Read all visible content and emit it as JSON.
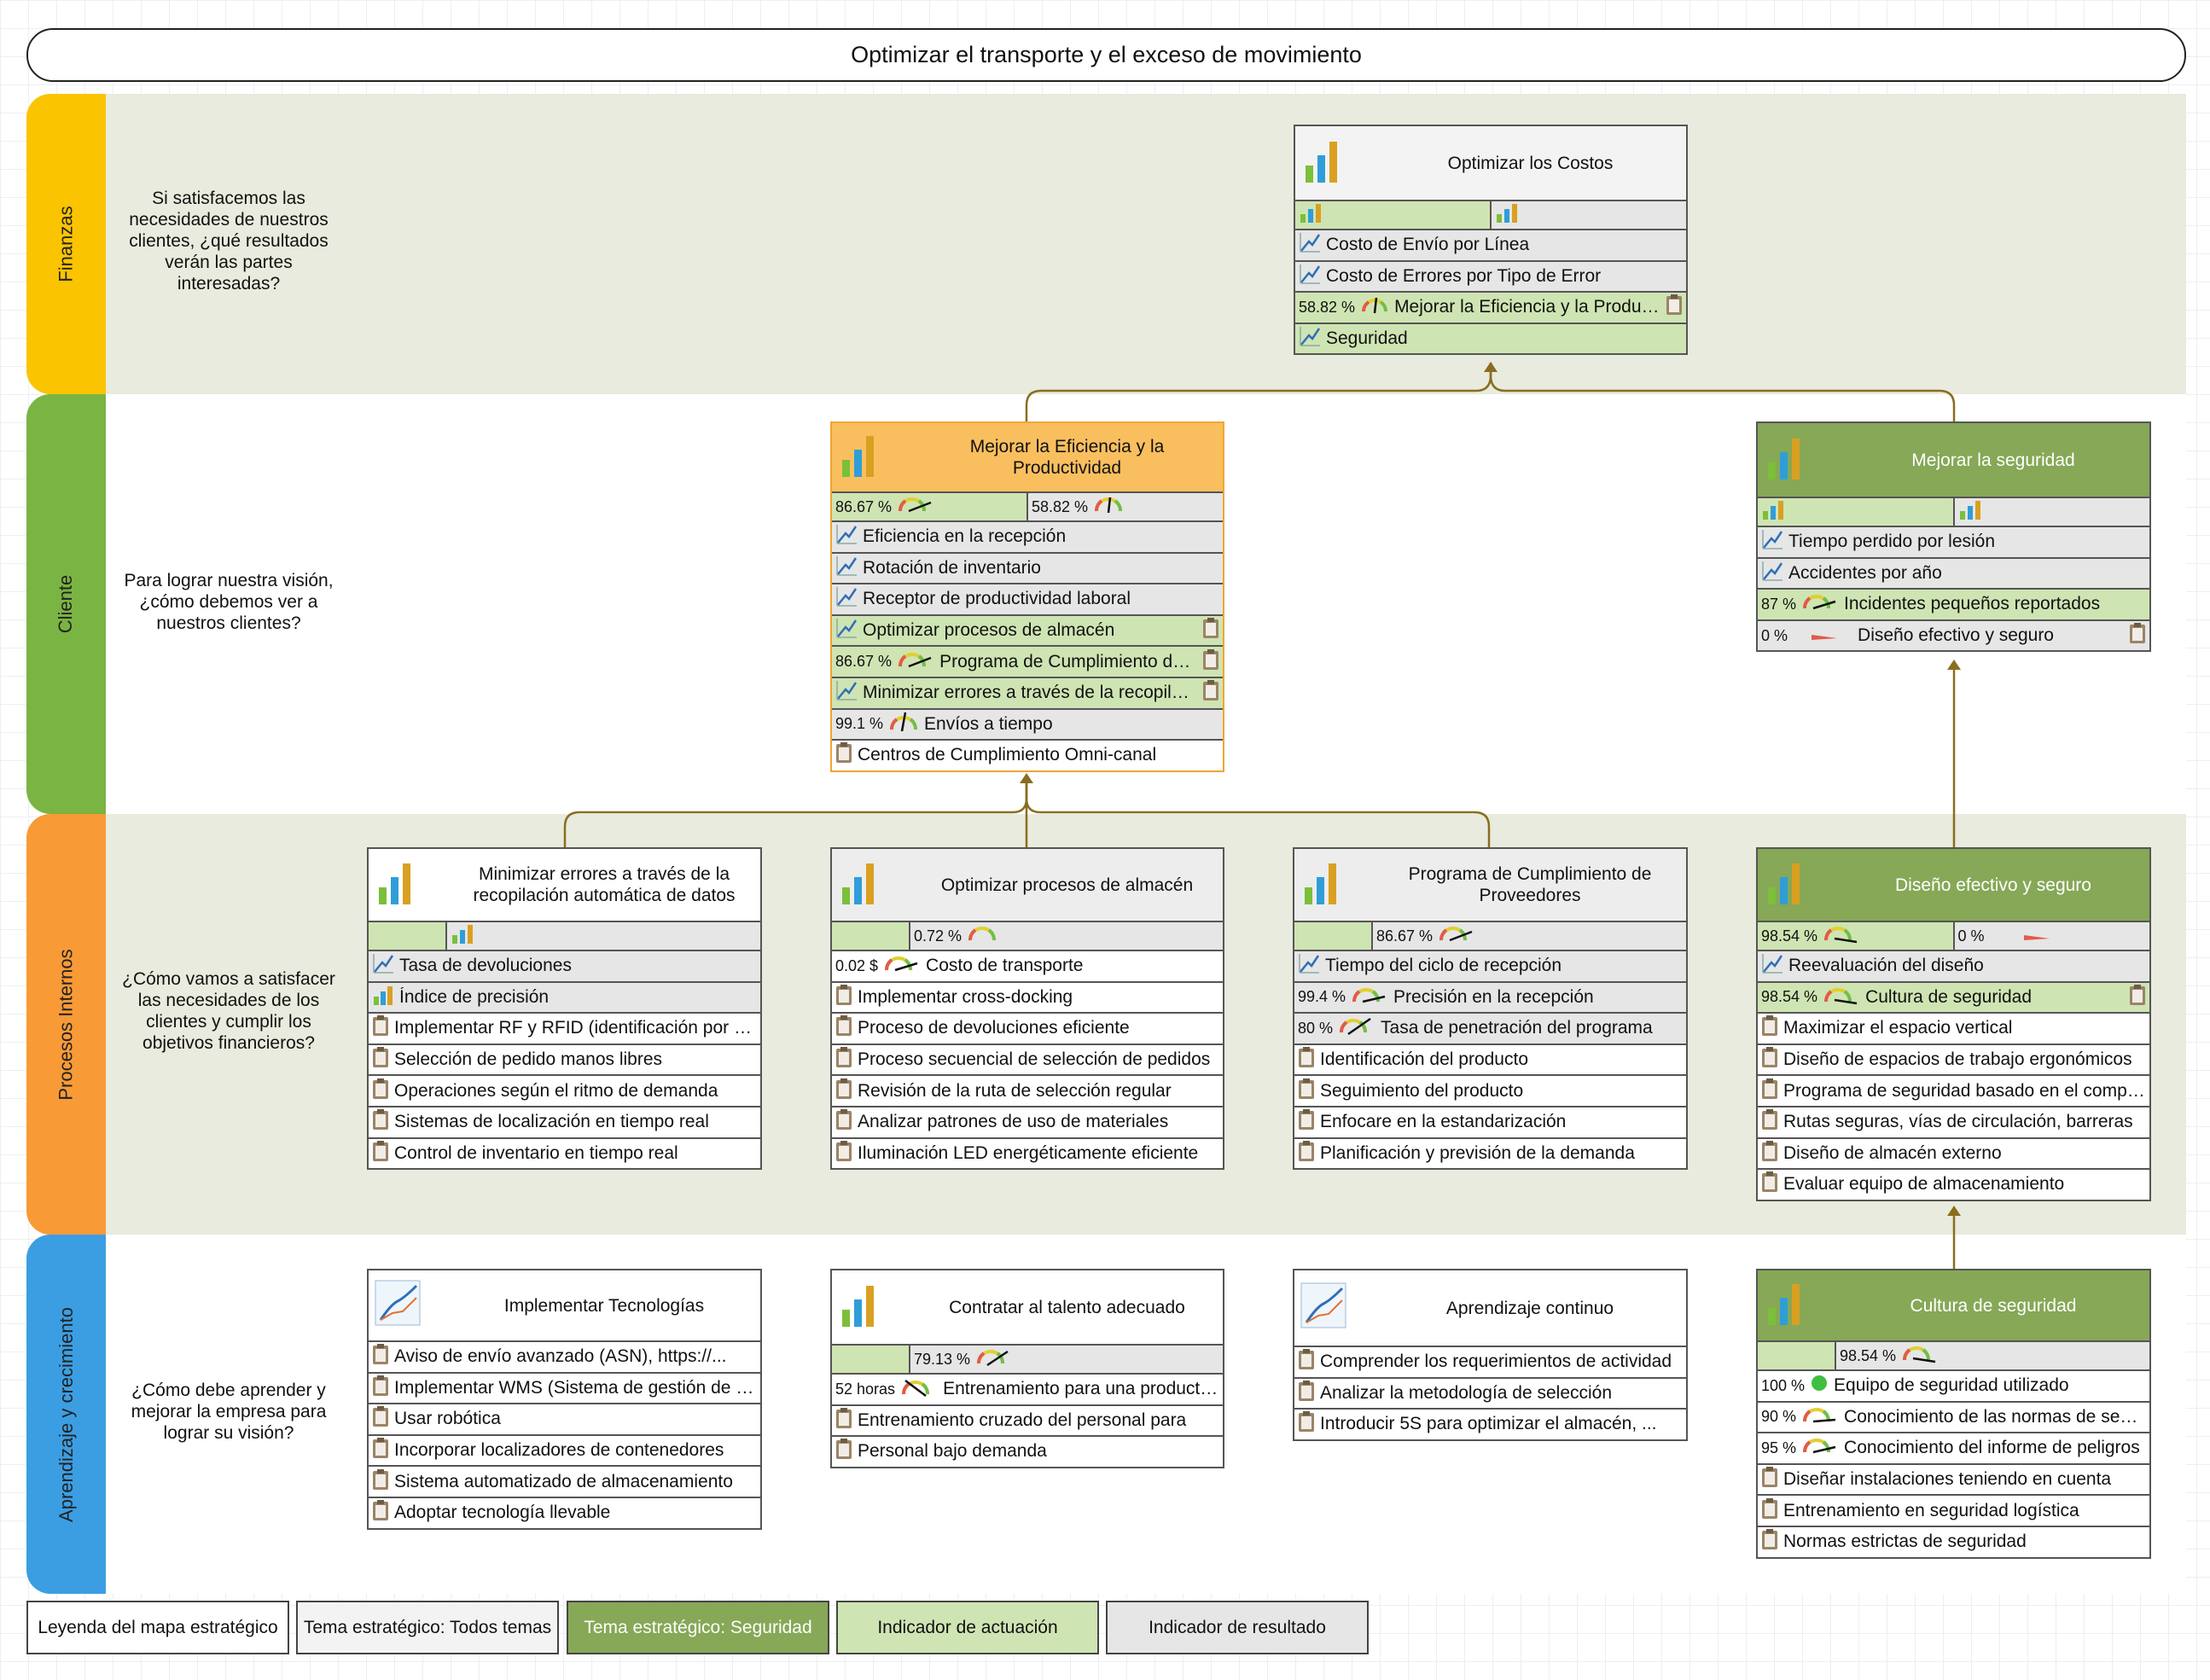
{
  "title": "Optimizar el transporte y el exceso de movimiento",
  "perspectives": [
    {
      "name": "Finanzas",
      "question": "Si satisfacemos las necesidades de nuestros clientes, ¿qué resultados verán las partes interesadas?",
      "color": "#fbc400"
    },
    {
      "name": "Cliente",
      "question": "Para lograr nuestra visión, ¿cómo debemos ver a nuestros clientes?",
      "color": "#7ab442"
    },
    {
      "name": "Procesos Internos",
      "question": "¿Cómo vamos a satisfacer las necesidades de los clientes y cumplir los objetivos financieros?",
      "color": "#f89a36"
    },
    {
      "name": "Aprendizaje y crecimiento",
      "question": "¿Cómo debe aprender y mejorar la empresa para lograr su visión?",
      "color": "#3c9ee2"
    }
  ],
  "colors": {
    "finanzas_band": "#e8ebdd",
    "cliente_band": "#ffffff",
    "procesos_band": "#e8ebdd",
    "aprendizaje_band": "#ffffff",
    "orange_header": "#f9bf5f",
    "green_header": "#86a857",
    "gray_header": "#ededed",
    "connector": "#8a6d1f"
  },
  "cards": {
    "costos": {
      "title": "Optimizar los Costos",
      "kpis": [
        "",
        ""
      ],
      "rows": [
        {
          "label": "Costo de Envío por Línea",
          "value": ""
        },
        {
          "label": "Costo de Errores por Tipo de Error",
          "value": ""
        },
        {
          "label": "Mejorar la Eficiencia y la Productividad",
          "value": "58.82 %"
        },
        {
          "label": "Seguridad",
          "value": ""
        }
      ]
    },
    "eficiencia": {
      "title": "Mejorar la Eficiencia y la Productividad",
      "kpis": [
        "86.67 %",
        "58.82 %"
      ],
      "rows": [
        {
          "label": "Eficiencia en la recepción",
          "value": ""
        },
        {
          "label": "Rotación de inventario",
          "value": ""
        },
        {
          "label": "Receptor de productividad laboral",
          "value": ""
        },
        {
          "label": "Optimizar procesos de almacén",
          "value": ""
        },
        {
          "label": "Programa de Cumplimiento de Proveedores",
          "value": "86.67 %"
        },
        {
          "label": "Minimizar errores a través de la recopilación automática de datos",
          "value": ""
        },
        {
          "label": "Envíos a tiempo",
          "value": "99.1 %"
        },
        {
          "label": "Centros de Cumplimiento Omni-canal",
          "value": ""
        }
      ]
    },
    "seguridad": {
      "title": "Mejorar la seguridad",
      "kpis": [
        "",
        ""
      ],
      "rows": [
        {
          "label": "Tiempo perdido por lesión",
          "value": ""
        },
        {
          "label": "Accidentes por año",
          "value": ""
        },
        {
          "label": "Incidentes pequeños reportados",
          "value": "87 %"
        },
        {
          "label": "Diseño efectivo y seguro",
          "value": "0 %"
        }
      ]
    },
    "minimizar": {
      "title": "Minimizar errores a través de la recopilación automática de datos",
      "kpis": [
        "",
        ""
      ],
      "rows": [
        {
          "label": "Tasa de devoluciones",
          "value": ""
        },
        {
          "label": "Índice de precisión",
          "value": ""
        },
        {
          "label": "Implementar RF y RFID (identificación por radiofrecuencia)",
          "value": ""
        },
        {
          "label": "Selección de pedido manos libres",
          "value": ""
        },
        {
          "label": "Operaciones según el ritmo de demanda",
          "value": ""
        },
        {
          "label": "Sistemas de localización en tiempo real",
          "value": ""
        },
        {
          "label": "Control de inventario en tiempo real",
          "value": ""
        }
      ]
    },
    "optimizar": {
      "title": "Optimizar procesos de almacén",
      "kpis": [
        "",
        "0.72 %"
      ],
      "rows": [
        {
          "label": "Costo de transporte",
          "value": "0.02 $"
        },
        {
          "label": "Implementar cross-docking",
          "value": ""
        },
        {
          "label": "Proceso de devoluciones eficiente",
          "value": ""
        },
        {
          "label": "Proceso secuencial de selección de pedidos",
          "value": ""
        },
        {
          "label": "Revisión de la ruta de selección regular",
          "value": ""
        },
        {
          "label": "Analizar patrones de uso de materiales",
          "value": ""
        },
        {
          "label": "Iluminación LED energéticamente eficiente",
          "value": ""
        }
      ]
    },
    "programa": {
      "title": "Programa de Cumplimiento de Proveedores",
      "kpis": [
        "",
        "86.67 %"
      ],
      "rows": [
        {
          "label": "Tiempo del ciclo de recepción",
          "value": ""
        },
        {
          "label": "Precisión en la recepción",
          "value": "99.4 %"
        },
        {
          "label": "Tasa de penetración del programa",
          "value": "80 %"
        },
        {
          "label": "Identificación del producto",
          "value": ""
        },
        {
          "label": "Seguimiento del producto",
          "value": ""
        },
        {
          "label": "Enfocare en la estandarización",
          "value": ""
        },
        {
          "label": "Planificación y previsión de la demanda",
          "value": ""
        }
      ]
    },
    "diseno": {
      "title": "Diseño efectivo y seguro",
      "kpis": [
        "98.54 %",
        "0 %"
      ],
      "rows": [
        {
          "label": "Reevaluación del diseño",
          "value": ""
        },
        {
          "label": "Cultura de seguridad",
          "value": "98.54 %"
        },
        {
          "label": "Maximizar el espacio vertical",
          "value": ""
        },
        {
          "label": "Diseño de espacios de trabajo ergonómicos",
          "value": ""
        },
        {
          "label": "Programa de seguridad basado en el comportamiento",
          "value": ""
        },
        {
          "label": "Rutas seguras, vías de circulación, barreras",
          "value": ""
        },
        {
          "label": "Diseño de almacén externo",
          "value": ""
        },
        {
          "label": "Evaluar equipo de almacenamiento",
          "value": ""
        }
      ]
    },
    "tecnologias": {
      "title": "Implementar Tecnologías",
      "rows": [
        {
          "label": "Aviso de envío avanzado (ASN), https://...",
          "value": ""
        },
        {
          "label": "Implementar WMS (Sistema de gestión de almacenes)",
          "value": ""
        },
        {
          "label": "Usar robótica",
          "value": ""
        },
        {
          "label": "Incorporar localizadores de contenedores",
          "value": ""
        },
        {
          "label": "Sistema automatizado de almacenamiento",
          "value": ""
        },
        {
          "label": "Adoptar tecnología llevable",
          "value": ""
        }
      ]
    },
    "talento": {
      "title": "Contratar al talento adecuado",
      "kpis": [
        "",
        "79.13 %"
      ],
      "rows": [
        {
          "label": "Entrenamiento para una productividad",
          "value": "52 horas"
        },
        {
          "label": "Entrenamiento cruzado del personal para",
          "value": ""
        },
        {
          "label": "Personal bajo demanda",
          "value": ""
        }
      ]
    },
    "aprendizaje": {
      "title": "Aprendizaje continuo",
      "rows": [
        {
          "label": "Comprender los requerimientos de actividad",
          "value": ""
        },
        {
          "label": "Analizar la metodología de selección",
          "value": ""
        },
        {
          "label": "Introducir 5S para optimizar el almacén, ...",
          "value": ""
        }
      ]
    },
    "cultura": {
      "title": "Cultura de seguridad",
      "kpis": [
        "",
        "98.54 %"
      ],
      "rows": [
        {
          "label": "Equipo de seguridad utilizado",
          "value": "100 %"
        },
        {
          "label": "Conocimiento de las normas de seguridad",
          "value": "90 %"
        },
        {
          "label": "Conocimiento del informe de peligros",
          "value": "95 %"
        },
        {
          "label": "Diseñar instalaciones teniendo en cuenta",
          "value": ""
        },
        {
          "label": "Entrenamiento en seguridad logística",
          "value": ""
        },
        {
          "label": "Normas estrictas de seguridad",
          "value": ""
        }
      ]
    }
  },
  "legend": [
    {
      "label": "Leyenda del mapa estratégico",
      "color": "#ffffff"
    },
    {
      "label": "Tema estratégico: Todos temas",
      "color": "#f3f3f3"
    },
    {
      "label": "Tema estratégico: Seguridad",
      "color": "#86a857"
    },
    {
      "label": "Indicador de actuación",
      "color": "#cfe4b3"
    },
    {
      "label": "Indicador de resultado",
      "color": "#e6e6e6"
    }
  ]
}
